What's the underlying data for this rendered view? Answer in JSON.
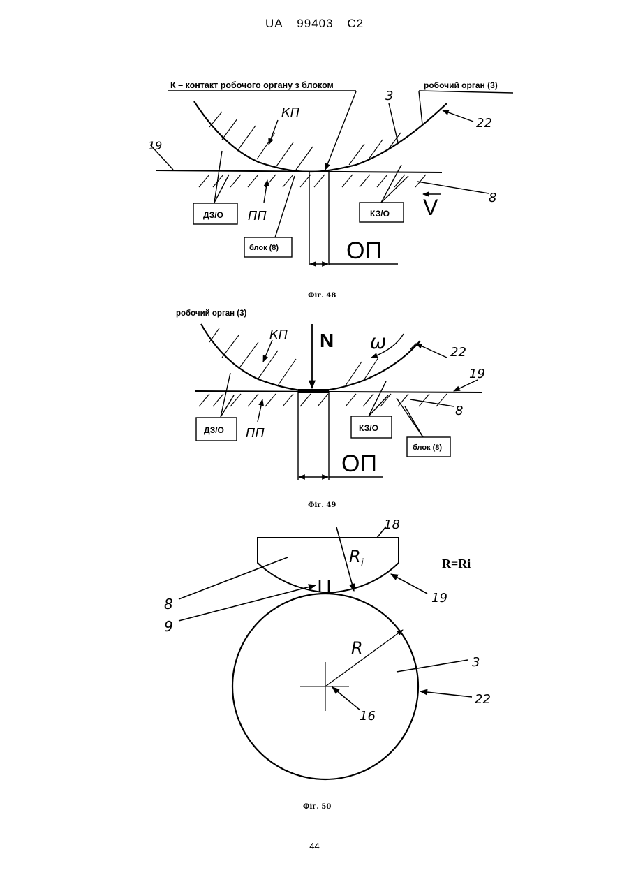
{
  "header": {
    "office": "UA",
    "number": "99403",
    "kind": "C2"
  },
  "page_number": "44",
  "fig48": {
    "caption": "Фіг. 48",
    "contact_label": "К – контакт робочого органу з блоком",
    "tool_label": "робочий орган (3)",
    "kp": "КП",
    "pp": "ПП",
    "dzo": "ДЗ/О",
    "kzo": "КЗ/О",
    "block": "блок (8)",
    "op": "ОП",
    "v": "V",
    "ref_3": "3",
    "ref_22": "22",
    "ref_19": "19",
    "ref_8": "8"
  },
  "fig49": {
    "caption": "Фіг. 49",
    "tool_label": "робочий орган (3)",
    "kp": "КП",
    "pp": "ПП",
    "dzo": "ДЗ/О",
    "kzo": "КЗ/О",
    "block": "блок (8)",
    "op": "ОП",
    "n": "N",
    "omega": "ω",
    "ref_22": "22",
    "ref_19": "19",
    "ref_8": "8"
  },
  "fig50": {
    "caption": "Фіг. 50",
    "formula": "R=Ri",
    "r_label": "R",
    "ri_label": "R",
    "ri_sub": "i",
    "ref_18": "18",
    "ref_19": "19",
    "ref_8": "8",
    "ref_9": "9",
    "ref_3": "3",
    "ref_22": "22",
    "ref_16": "16"
  }
}
